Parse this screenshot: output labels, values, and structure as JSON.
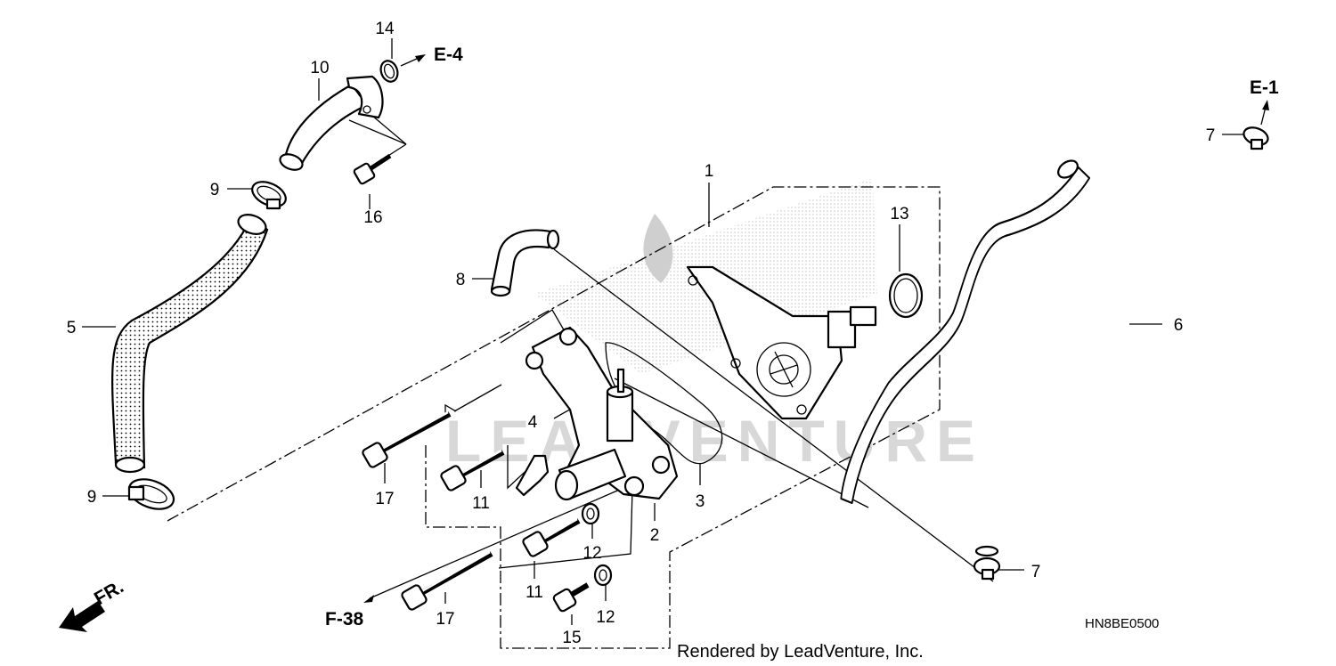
{
  "callouts": {
    "c1": "1",
    "c2": "2",
    "c3": "3",
    "c4": "4",
    "c5": "5",
    "c6": "6",
    "c7a": "7",
    "c7b": "7",
    "c8": "8",
    "c9a": "9",
    "c9b": "9",
    "c10": "10",
    "c11a": "11",
    "c11b": "11",
    "c12a": "12",
    "c12b": "12",
    "c13": "13",
    "c14": "14",
    "c15": "15",
    "c16": "16",
    "c17a": "17",
    "c17b": "17"
  },
  "references": {
    "e4": "E-4",
    "e1": "E-1",
    "f38": "F-38",
    "fr": "FR."
  },
  "diagram_code": "HN8BE0500",
  "credit": "Rendered by LeadVenture, Inc.",
  "watermark": "LEADVENTURE",
  "colors": {
    "line": "#000000",
    "background": "#ffffff",
    "watermark": "#d8d8d8"
  }
}
